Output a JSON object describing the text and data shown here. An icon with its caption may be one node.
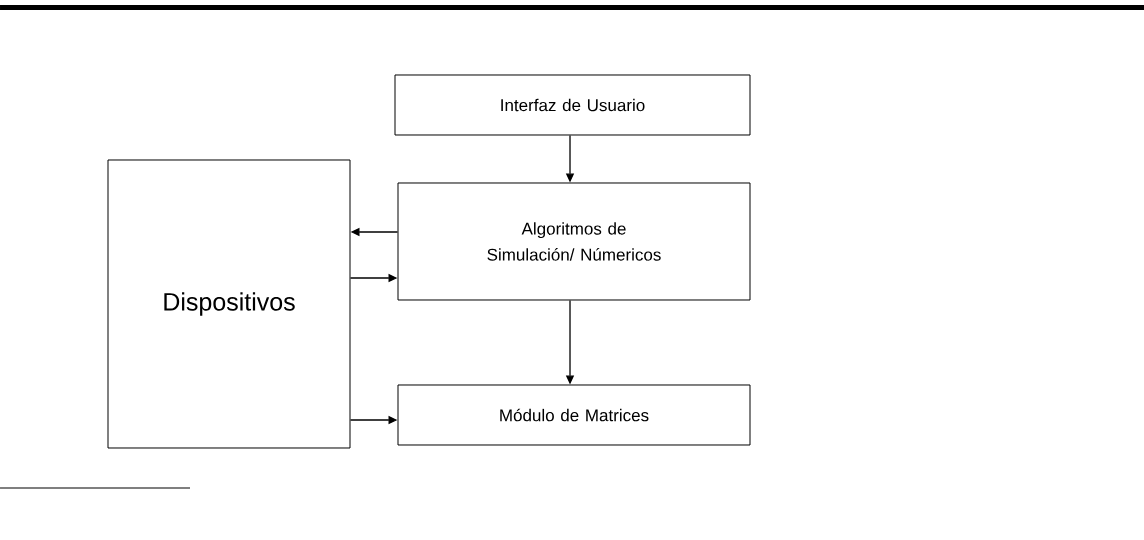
{
  "diagram": {
    "nodes": [
      {
        "text": [
          "Interfaz de Usuario"
        ]
      },
      {
        "text": [
          "Dispositivos"
        ]
      },
      {
        "text": [
          "Algoritmos de Simulación/ Númericos"
        ]
      },
      {
        "text": [
          "Módulo de Matrices"
        ]
      }
    ],
    "edges": [
      {
        "from": 0,
        "to": 2,
        "arrow": "to"
      },
      {
        "from": 2,
        "to": 1,
        "arrow": "to"
      },
      {
        "from": 1,
        "to": 2,
        "arrow": "to"
      },
      {
        "from": 2,
        "to": 3,
        "arrow": "to"
      },
      {
        "from": 1,
        "to": 3,
        "arrow": "to"
      }
    ]
  }
}
